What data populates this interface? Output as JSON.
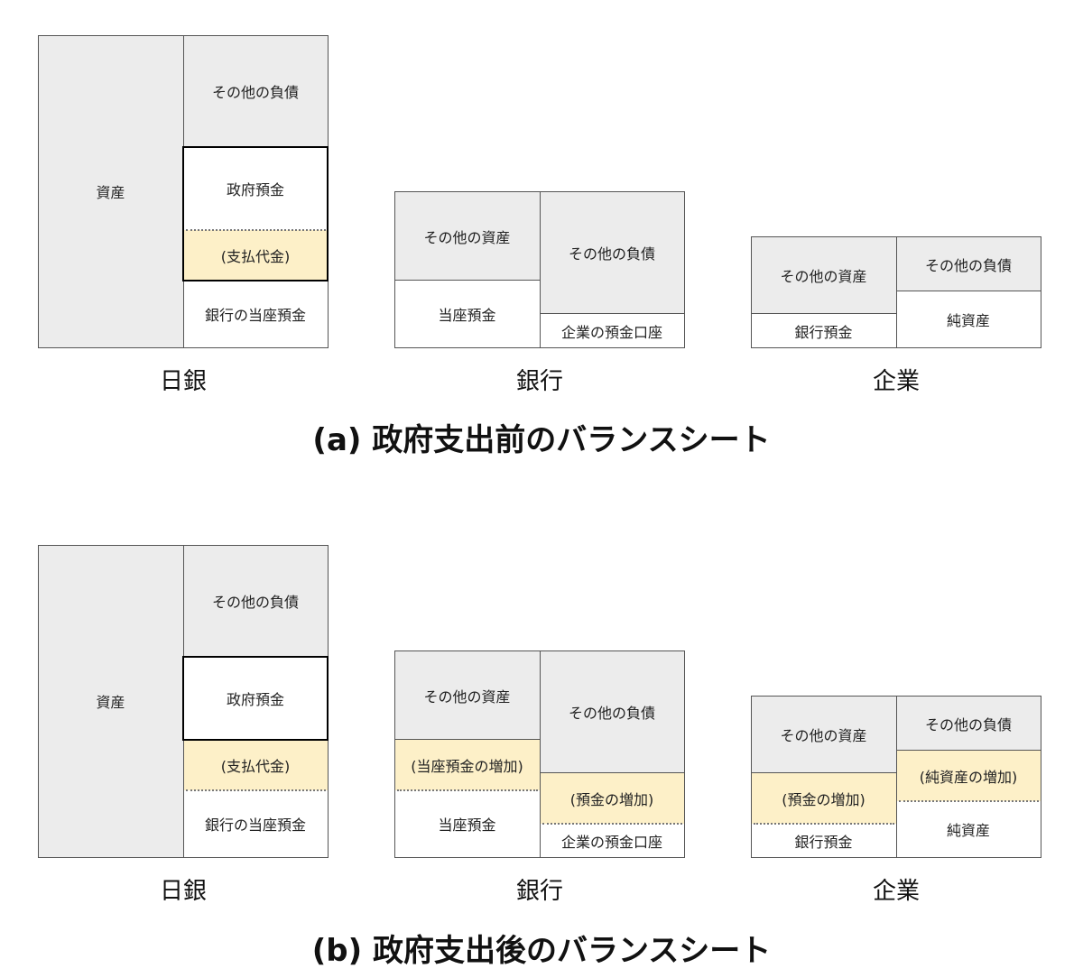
{
  "colors": {
    "grey": "#ececec",
    "yellow": "#fdf0c8",
    "border": "#555555"
  },
  "panel_a": {
    "caption": "(a)  政府支出前のバランスシート",
    "boj": {
      "name": "日銀",
      "assets": "資産",
      "other_liabilities": "その他の負債",
      "gov_deposits": "政府預金",
      "payment": "(支払代金)",
      "bank_current": "銀行の当座預金"
    },
    "bank": {
      "name": "銀行",
      "other_assets": "その他の資産",
      "current_deposits": "当座預金",
      "other_liabilities": "その他の負債",
      "corp_deposit": "企業の預金口座"
    },
    "corp": {
      "name": "企業",
      "other_assets": "その他の資産",
      "bank_deposit": "銀行預金",
      "other_liabilities": "その他の負債",
      "net_assets": "純資産"
    }
  },
  "panel_b": {
    "caption": "(b) 政府支出後のバランスシート",
    "boj": {
      "name": "日銀",
      "assets": "資産",
      "other_liabilities": "その他の負債",
      "gov_deposits": "政府預金",
      "payment": "(支払代金)",
      "bank_current": "銀行の当座預金"
    },
    "bank": {
      "name": "銀行",
      "other_assets": "その他の資産",
      "current_increase": "(当座預金の増加)",
      "current_deposits": "当座預金",
      "other_liabilities": "その他の負債",
      "deposit_increase": "(預金の増加)",
      "corp_deposit": "企業の預金口座"
    },
    "corp": {
      "name": "企業",
      "other_assets": "その他の資産",
      "deposit_increase": "(預金の増加)",
      "bank_deposit": "銀行預金",
      "other_liabilities": "その他の負債",
      "net_assets_increase": "(純資産の増加)",
      "net_assets": "純資産"
    }
  }
}
